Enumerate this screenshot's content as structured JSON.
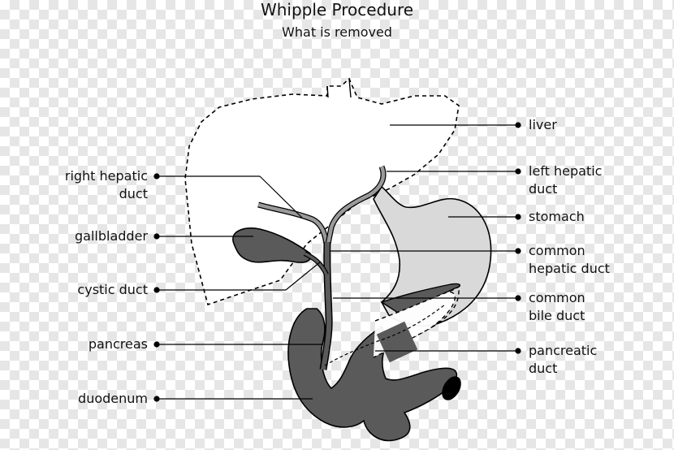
{
  "title": "Whipple Procedure",
  "subtitle": "What is removed",
  "labels_left": {
    "right_hepatic_duct": [
      "right hepatic",
      "duct"
    ],
    "gallbladder": "gallbladder",
    "cystic_duct": "cystic duct",
    "pancreas": "pancreas",
    "duodenum": "duodenum"
  },
  "labels_right": {
    "liver": "liver",
    "left_hepatic_duct": [
      "left hepatic",
      "duct"
    ],
    "stomach": "stomach",
    "common_hepatic_duct": [
      "common",
      "hepatic duct"
    ],
    "common_bile_duct": [
      "common",
      "bile duct"
    ],
    "pancreatic_duct": [
      "pancreatic",
      "duct"
    ]
  },
  "colors": {
    "removed_organ": "#595959",
    "stomach_fill": "#d9d9d9",
    "liver_fill": "#ffffff",
    "outline": "#000000",
    "duct_fill": "#9a9a9a"
  },
  "notes": {
    "dashed_outline": "liver and part of pancreas shown dashed"
  }
}
